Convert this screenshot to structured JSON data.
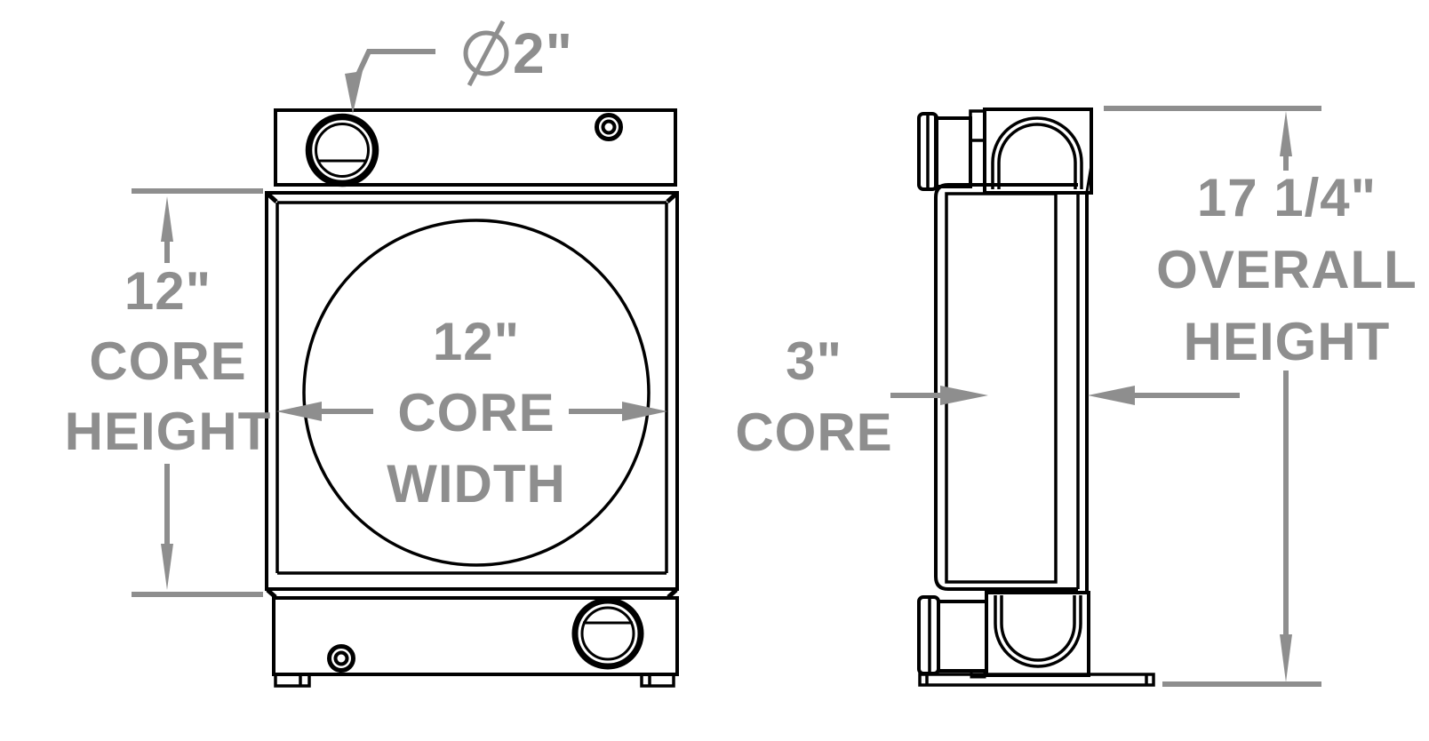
{
  "drawing": {
    "type": "radiator-dimension-drawing",
    "background_color": "#ffffff",
    "line_color": "#000000",
    "dimension_color": "#8e8e8e",
    "views": [
      "front",
      "side"
    ],
    "labels": {
      "cap_diameter": {
        "symbol": "⌀",
        "value": "2\""
      },
      "core_height": {
        "lines": [
          "12\"",
          "CORE",
          "HEIGHT"
        ]
      },
      "core_width": {
        "lines": [
          "12\"",
          "CORE",
          "WIDTH"
        ]
      },
      "core_depth": {
        "lines": [
          "3\"",
          "CORE"
        ]
      },
      "overall_height": {
        "lines": [
          "17 1/4\"",
          "OVERALL",
          "HEIGHT"
        ]
      }
    },
    "icons": {
      "diameter_symbol": "⌀"
    }
  }
}
